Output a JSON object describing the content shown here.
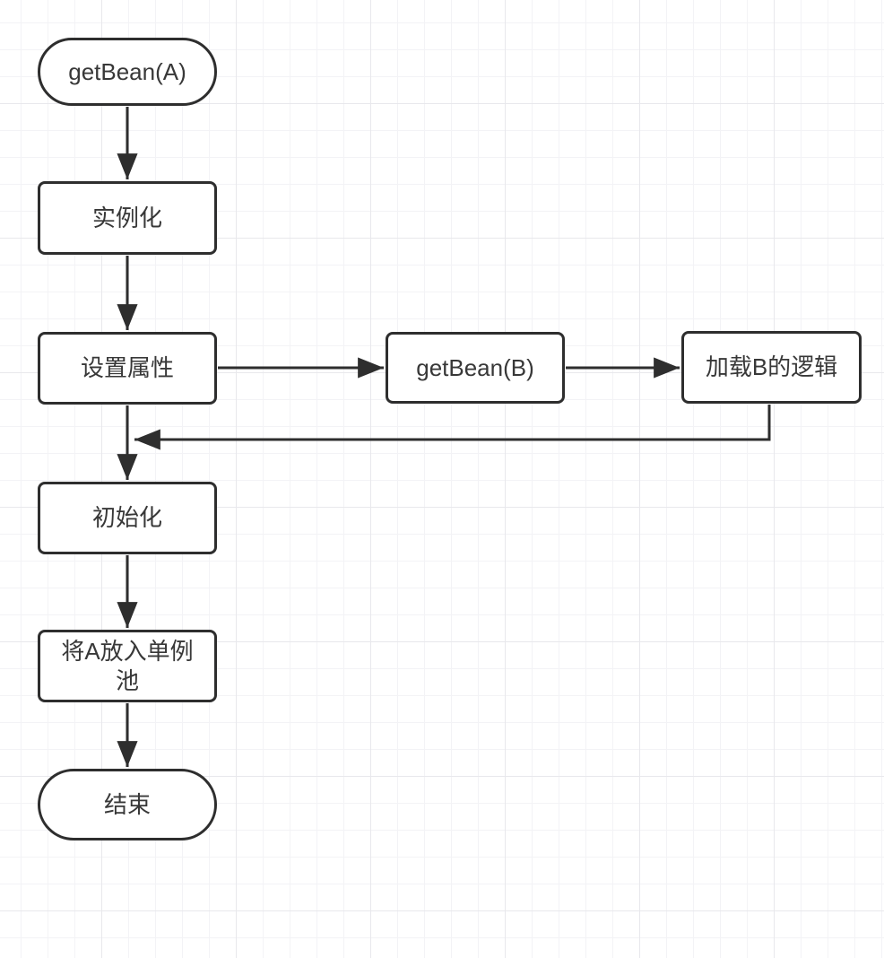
{
  "diagram": {
    "type": "flowchart",
    "colors": {
      "stroke": "#2e2e2e",
      "text": "#383838",
      "background": "#ffffff",
      "grid_minor": "#f3f3f6",
      "grid_major": "#e8e8ec"
    },
    "nodes": [
      {
        "id": "get-bean-a",
        "label": "getBean(A)",
        "shape": "stadium"
      },
      {
        "id": "instantiate",
        "label": "实例化",
        "shape": "rect"
      },
      {
        "id": "set-properties",
        "label": "设置属性",
        "shape": "rect"
      },
      {
        "id": "get-bean-b",
        "label": "getBean(B)",
        "shape": "rect"
      },
      {
        "id": "load-b-logic",
        "label": "加载B的逻辑",
        "shape": "rect"
      },
      {
        "id": "initialize",
        "label": "初始化",
        "shape": "rect"
      },
      {
        "id": "put-a-singleton-pool",
        "label": "将A放入单例池",
        "shape": "rect"
      },
      {
        "id": "end",
        "label": "结束",
        "shape": "stadium"
      }
    ],
    "edges": [
      {
        "from": "get-bean-a",
        "to": "instantiate",
        "direction": "down"
      },
      {
        "from": "instantiate",
        "to": "set-properties",
        "direction": "down"
      },
      {
        "from": "set-properties",
        "to": "get-bean-b",
        "direction": "right"
      },
      {
        "from": "get-bean-b",
        "to": "load-b-logic",
        "direction": "right"
      },
      {
        "from": "load-b-logic",
        "to": "set-properties-initialize-line",
        "direction": "down-then-left"
      },
      {
        "from": "set-properties",
        "to": "initialize",
        "direction": "down"
      },
      {
        "from": "initialize",
        "to": "put-a-singleton-pool",
        "direction": "down"
      },
      {
        "from": "put-a-singleton-pool",
        "to": "end",
        "direction": "down"
      }
    ]
  }
}
